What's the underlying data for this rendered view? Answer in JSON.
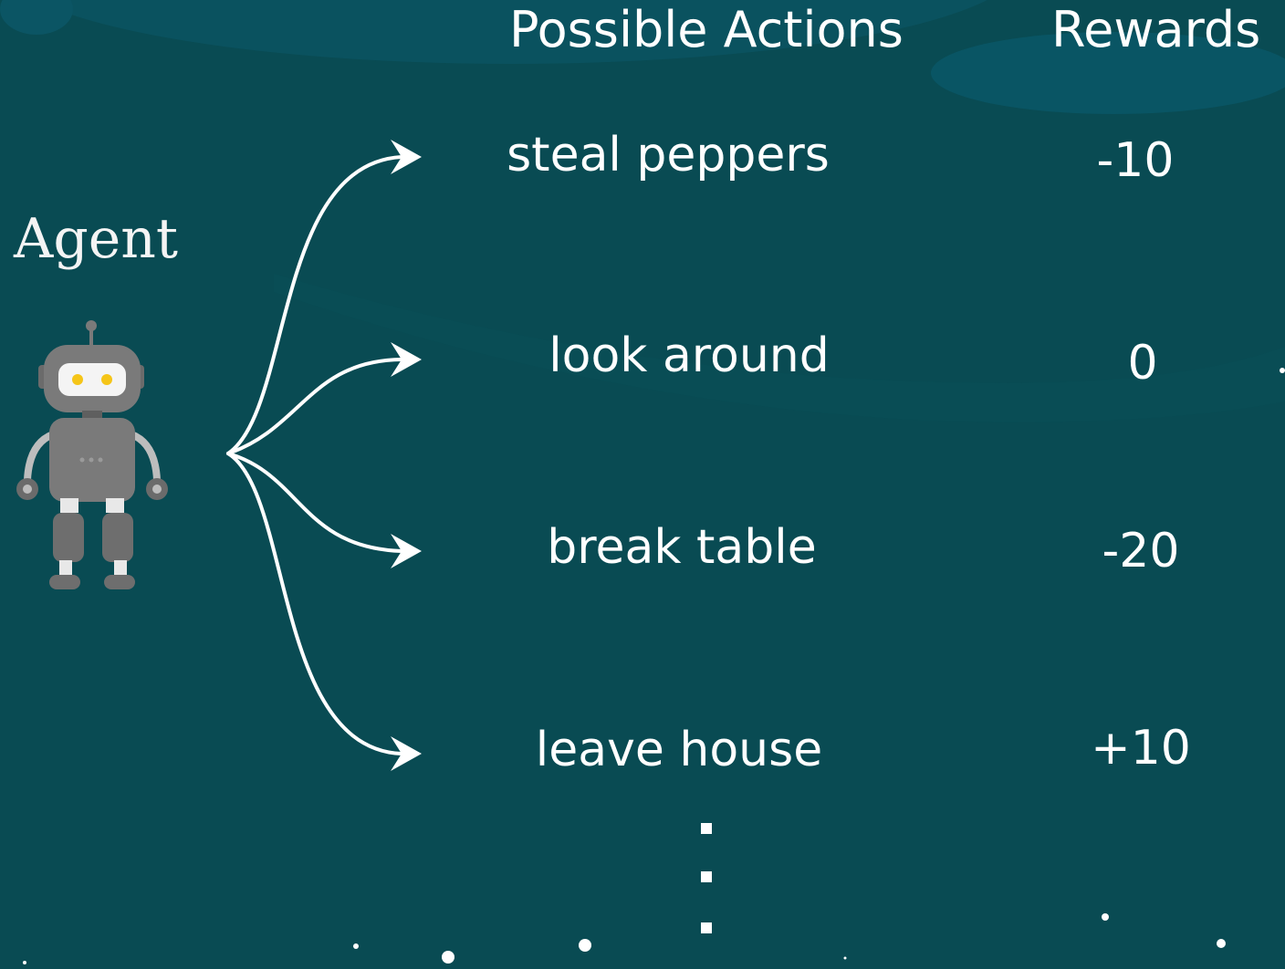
{
  "headers": {
    "actions": "Possible Actions",
    "rewards": "Rewards"
  },
  "agent": {
    "label": "Agent"
  },
  "actions": [
    {
      "label": "steal peppers",
      "reward": "-10"
    },
    {
      "label": "look around",
      "reward": "0"
    },
    {
      "label": "break table",
      "reward": "-20"
    },
    {
      "label": "leave house",
      "reward": "+10"
    }
  ],
  "colors": {
    "background": "#094b53",
    "text": "#ffffff",
    "robot_body": "#7a7a7a"
  }
}
